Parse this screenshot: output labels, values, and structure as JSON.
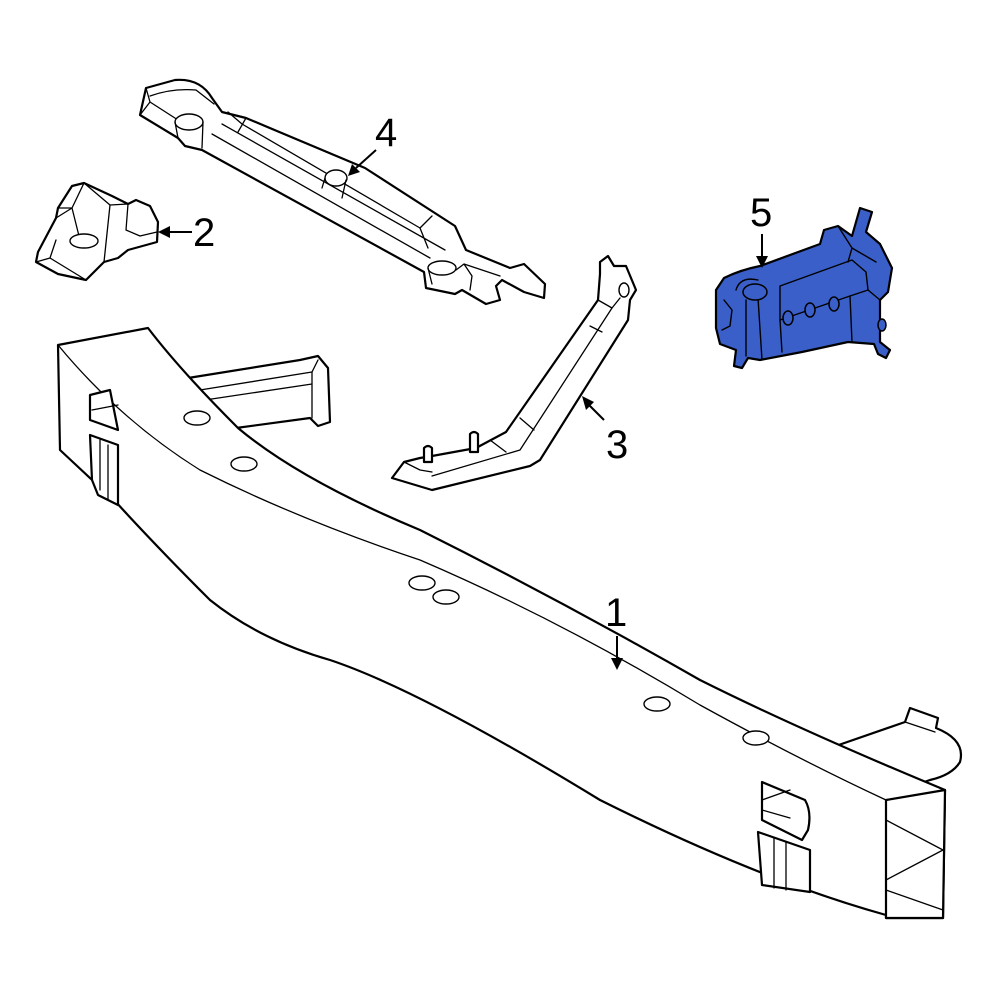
{
  "diagram": {
    "type": "exploded-parts-illustration",
    "highlight_color": "#3a5fc8",
    "line_color": "#000000",
    "background": "#ffffff",
    "parts": [
      {
        "callout": "1",
        "name": "bumper-reinforcement-beam",
        "highlighted": false
      },
      {
        "callout": "2",
        "name": "energy-absorber-block",
        "highlighted": false
      },
      {
        "callout": "3",
        "name": "side-bracket",
        "highlighted": false
      },
      {
        "callout": "4",
        "name": "upper-absorber-bar",
        "highlighted": false
      },
      {
        "callout": "5",
        "name": "mounting-bracket",
        "highlighted": true
      }
    ]
  },
  "callouts": {
    "c1": "1",
    "c2": "2",
    "c3": "3",
    "c4": "4",
    "c5": "5"
  }
}
